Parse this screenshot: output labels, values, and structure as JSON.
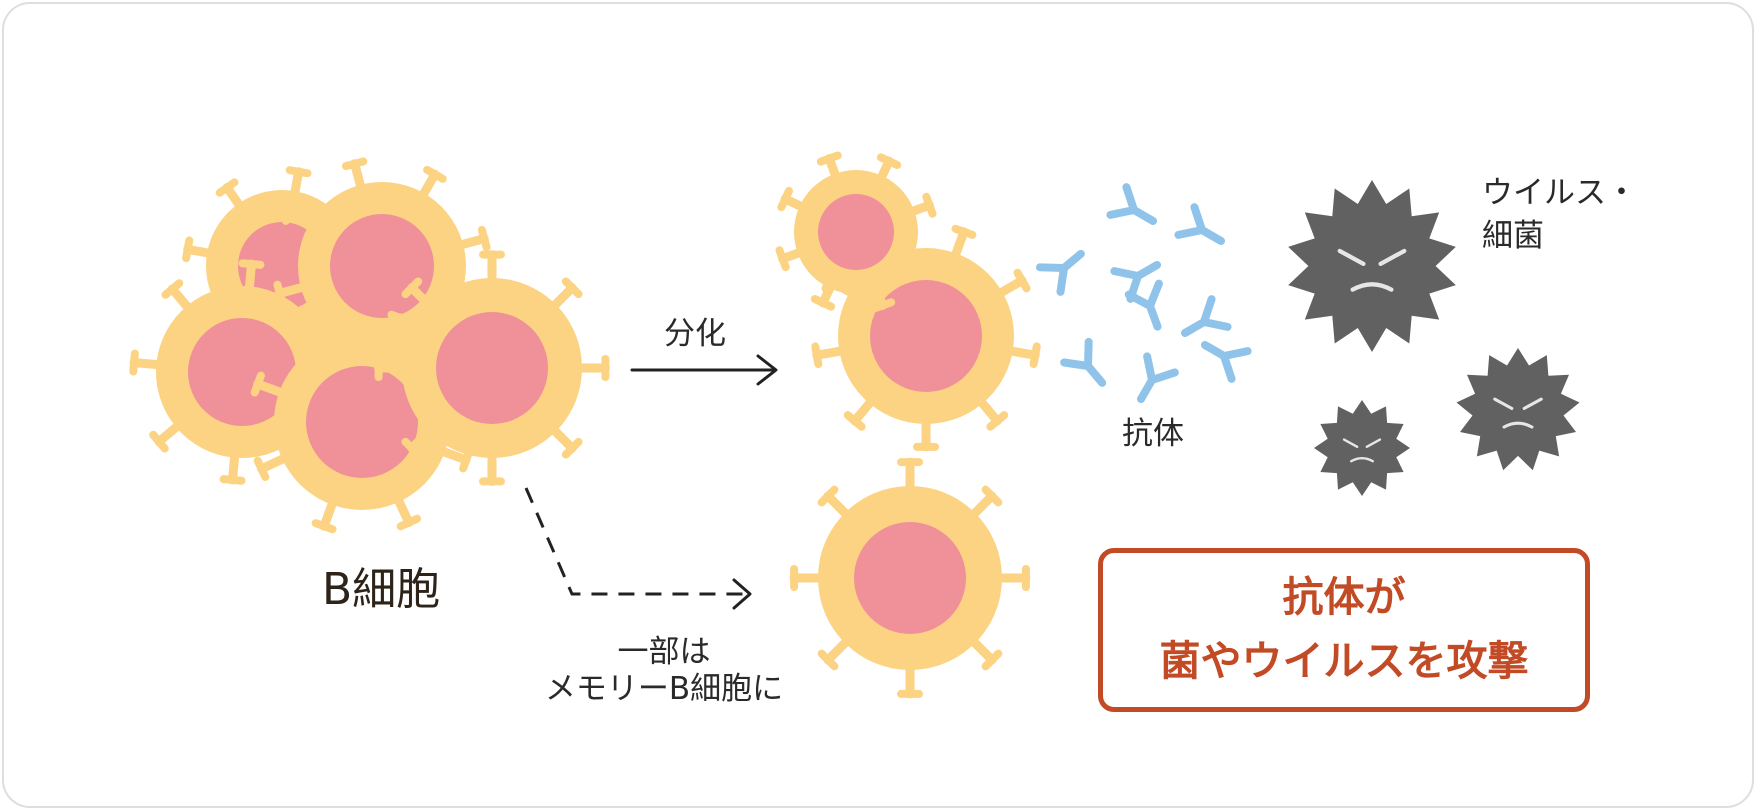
{
  "labels": {
    "b_cell": "B細胞",
    "differentiation": "分化",
    "memory_line1": "一部は",
    "memory_line2": "メモリーB細胞に",
    "antibody": "抗体",
    "virus_line1": "ウイルス・",
    "virus_line2": "細菌"
  },
  "callout": {
    "line1": "抗体が",
    "line2": "菌やウイルスを攻撃"
  },
  "colors": {
    "cell_body": "#fbd383",
    "cell_nucleus": "#f0919a",
    "antibody": "#8fc3ea",
    "pathogen": "#616161",
    "callout_accent": "#c24a24",
    "text": "#2a2a2a"
  }
}
